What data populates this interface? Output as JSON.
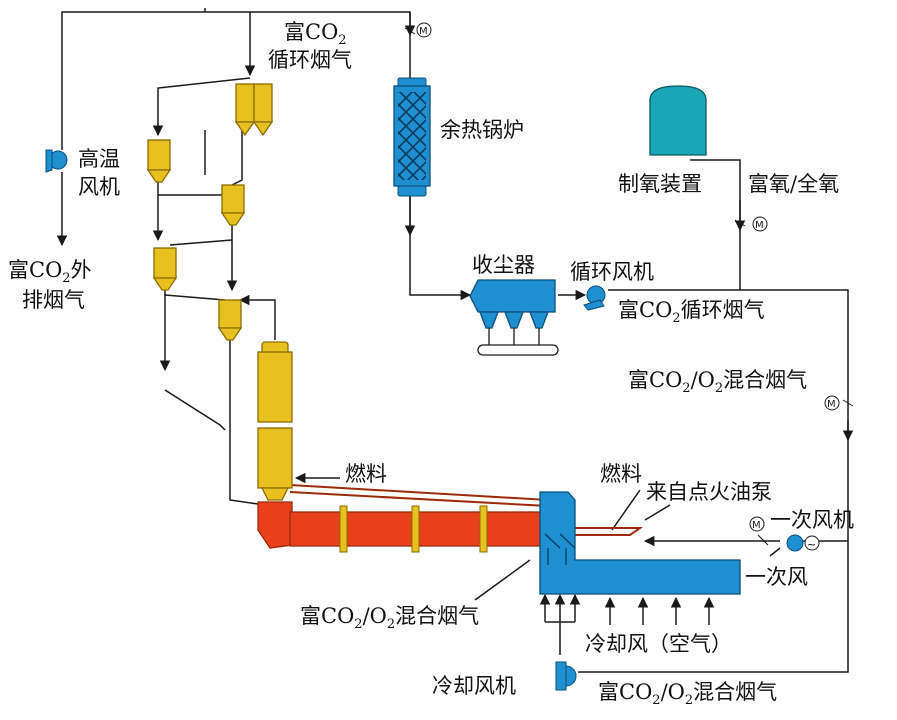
{
  "colors": {
    "line": "#1a1a1a",
    "cyclone": "#e8c020",
    "cyclone_edge": "#8a6d00",
    "kiln": "#e8401a",
    "kiln_edge": "#9c2a0a",
    "kiln_band": "#e8c020",
    "cooler": "#1e8fd0",
    "cooler_edge": "#0b4f7a",
    "oxygen_tank": "#1aa7b7",
    "fuel_line": "#c0392b"
  },
  "labels": {
    "rich_recycle_flue_top": {
      "p1": "富CO",
      "sub1": "2",
      "p2": "循环烟气"
    },
    "waste_heat_boiler": "余热锅炉",
    "hot_fan": "高温风机",
    "rich_exhaust": {
      "p1": "富CO",
      "sub1": "2",
      "p2": "外",
      "p3": "排烟气"
    },
    "oxygen_plant": "制氧装置",
    "rich_oxygen": "富氧/全氧",
    "dust_collector": "收尘器",
    "recycle_fan": "循环风机",
    "rich_recycle_flue_mid": {
      "p1": "富CO",
      "sub1": "2",
      "p2": "循环烟气"
    },
    "mixed_flue_right": {
      "p1": "富CO",
      "sub1": "2",
      "p2": "/O",
      "sub2": "2",
      "p3": "混合烟气"
    },
    "fuel_calciner": "燃料",
    "fuel_kiln": "燃料",
    "ignition_pump": "来自点火油泵",
    "primary_fan": "一次风机",
    "primary_air": "一次风",
    "mixed_flue_cooler": {
      "p1": "富CO",
      "sub1": "2",
      "p2": "/O",
      "sub2": "2",
      "p3": "混合烟气"
    },
    "cooling_air": "冷却风（空气）",
    "cooling_fan": "冷却风机",
    "mixed_flue_bottom": {
      "p1": "富CO",
      "sub1": "2",
      "p2": "/O",
      "sub2": "2",
      "p3": "混合烟气"
    }
  },
  "icons": {
    "motor": "motor-icon",
    "fan": "fan-icon",
    "arrow": "flow-arrow-icon"
  }
}
